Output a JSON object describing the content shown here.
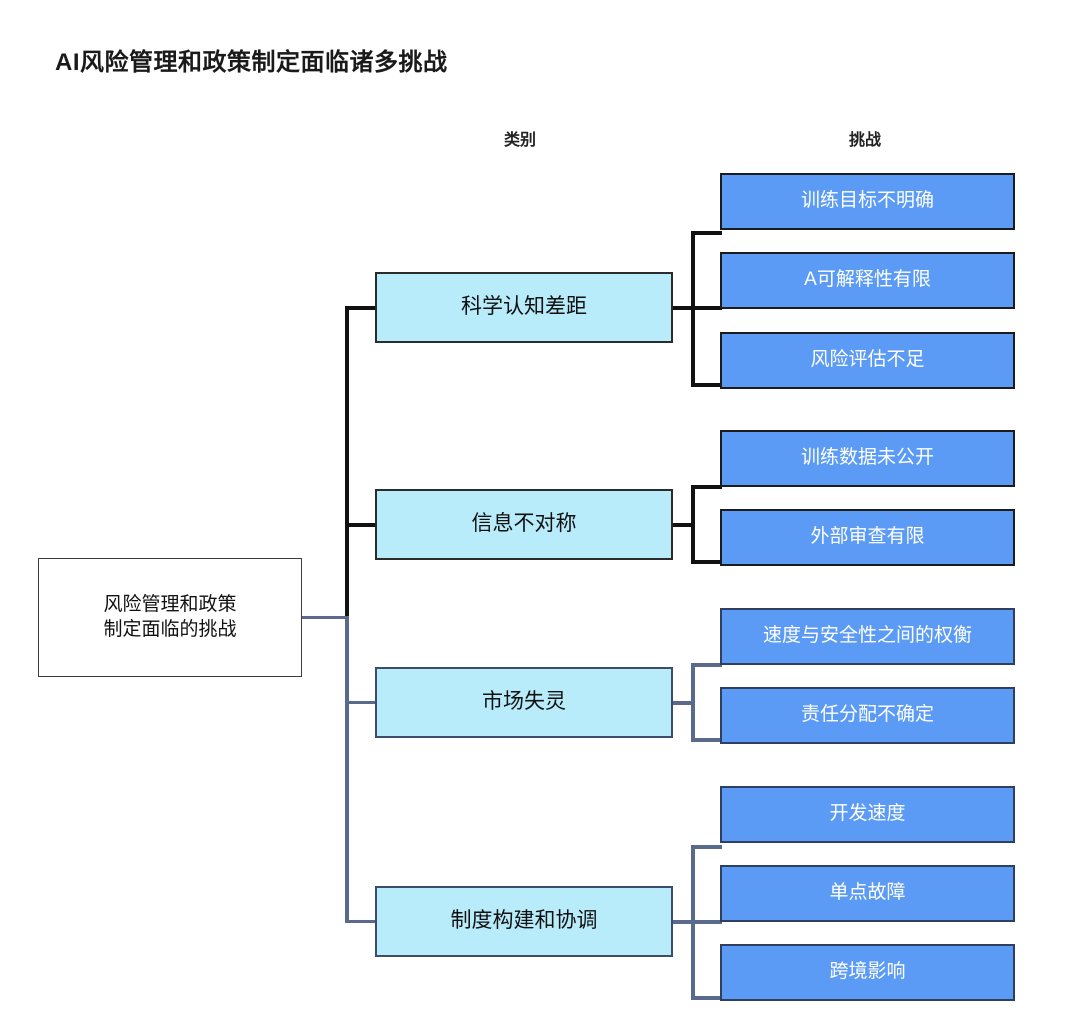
{
  "page": {
    "title": "AI风险管理和政策制定面临诸多挑战",
    "background": "#ffffff"
  },
  "headers": {
    "category": "类别",
    "challenge": "挑战"
  },
  "colors": {
    "root_fill": "#ffffff",
    "root_border": "#3c3c3c",
    "category_fill": "#b8ecfb",
    "category_border": "#2b2b2b",
    "challenge_fill": "#5b9bf5",
    "challenge_text": "#ffffff",
    "connector_dark": "#111111",
    "connector_soft": "#5a6a8c"
  },
  "root": {
    "label": "风险管理和政策\n制定面临的挑战"
  },
  "branches": [
    {
      "category": "科学认知差距",
      "challenges": [
        "训练目标不明确",
        "A可解释性有限",
        "风险评估不足"
      ]
    },
    {
      "category": "信息不对称",
      "challenges": [
        "训练数据未公开",
        "外部审查有限"
      ]
    },
    {
      "category": "市场失灵",
      "challenges": [
        "速度与安全性之间的权衡",
        "责任分配不确定"
      ]
    },
    {
      "category": "制度构建和协调",
      "challenges": [
        "开发速度",
        "单点故障",
        "跨境影响"
      ]
    }
  ]
}
